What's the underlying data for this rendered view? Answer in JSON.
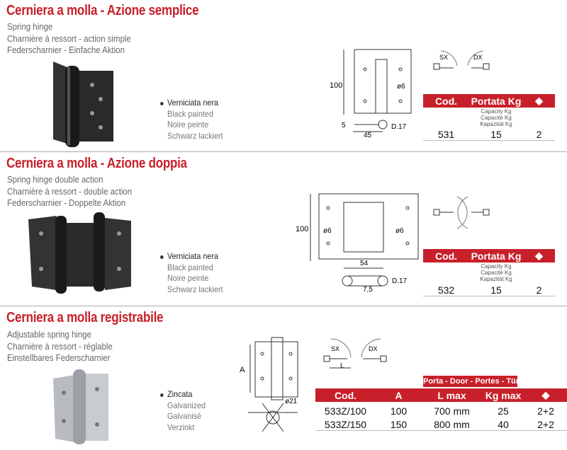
{
  "sections": [
    {
      "title": "Cerniera a molla - Azione semplice",
      "subtitles": [
        "Spring hinge",
        "Charnière à ressort - action simple",
        "Federscharnier - Einfache Aktion"
      ],
      "finish": [
        "Verniciata nera",
        "Black painted",
        "Noire peinte",
        "Schwarz lackiert"
      ],
      "dims": {
        "height": "100",
        "hole": "ø6",
        "width": "45",
        "thick": "5",
        "pin": "D.17"
      },
      "dirs": [
        "SX",
        "DX"
      ],
      "table": {
        "headers": [
          "Cod.",
          "Portata Kg"
        ],
        "capacity": [
          "Capacity Kg",
          "Capacité Kg",
          "Kapazität Kg"
        ],
        "rows": [
          [
            "531",
            "15",
            "2"
          ]
        ]
      }
    },
    {
      "title": "Cerniera a molla - Azione doppia",
      "subtitles": [
        "Spring hinge double action",
        "Charnière à ressort - double action",
        "Federscharnier - Doppelte Aktion"
      ],
      "finish": [
        "Verniciata nera",
        "Black painted",
        "Noire peinte",
        "Schwarz lackiert"
      ],
      "dims": {
        "height": "100",
        "hole_l": "ø6",
        "hole_r": "ø6",
        "width": "54",
        "gap": "7,5",
        "pin": "D.17"
      },
      "table": {
        "headers": [
          "Cod.",
          "Portata Kg"
        ],
        "capacity": [
          "Capacity Kg",
          "Capacité Kg",
          "Kapazität Kg"
        ],
        "rows": [
          [
            "532",
            "15",
            "2"
          ]
        ]
      }
    },
    {
      "title": "Cerniera a molla registrabile",
      "subtitles": [
        "Adjustable spring hinge",
        "Charnière à ressort - réglable",
        "Einstellbares Federscharnier"
      ],
      "finish": [
        "Zincata",
        "Galvanized",
        "Galvanisè",
        "Verzinkt"
      ],
      "dims": {
        "height": "A",
        "pin": "ø21",
        "length": "L"
      },
      "dirs": [
        "SX",
        "DX"
      ],
      "table": {
        "group": "Porta - Door - Portes - Tür",
        "headers": [
          "Cod.",
          "A",
          "L max",
          "Kg max"
        ],
        "rows": [
          [
            "533Z/100",
            "100",
            "700 mm",
            "25",
            "2+2"
          ],
          [
            "533Z/150",
            "150",
            "800 mm",
            "40",
            "2+2"
          ]
        ]
      }
    }
  ],
  "colors": {
    "accent": "#c8202a"
  },
  "icons": [
    "box-icon"
  ]
}
